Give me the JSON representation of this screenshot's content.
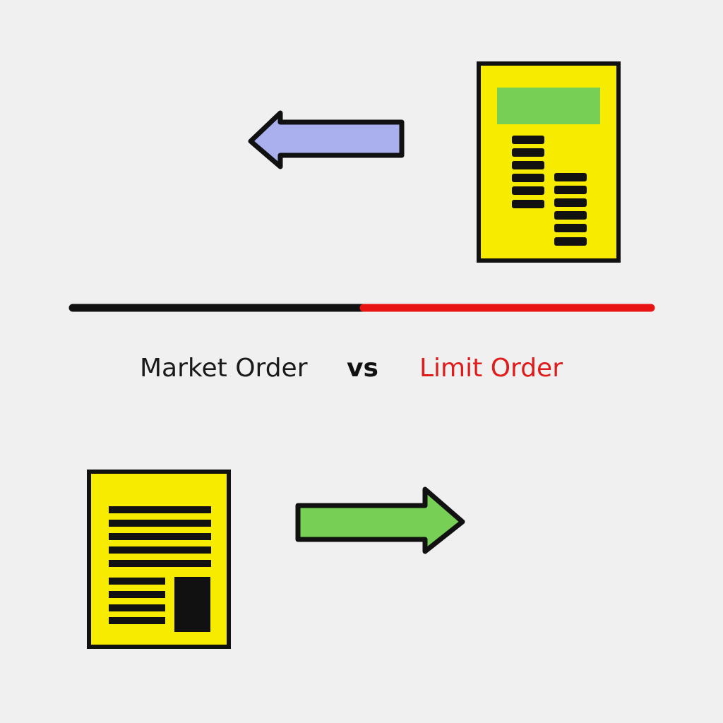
{
  "labels": {
    "market": "Market Order",
    "vs": "vs",
    "limit": "Limit Order"
  },
  "colors": {
    "background": "#f0f0f0",
    "market_text": "#1a1a1a",
    "vs_text": "#111111",
    "limit_text": "#e01b1b",
    "divider_left": "#111111",
    "divider_right": "#e81414",
    "document_fill": "#f7ec00",
    "outline": "#111111",
    "document_header": "#77cf55",
    "left_arrow": "#aab0ee",
    "right_arrow": "#77cf55"
  },
  "icons": {
    "limit_document": "document-with-stacked-bars-icon",
    "limit_arrow": "arrow-left-icon",
    "market_document": "document-with-text-lines-icon",
    "market_arrow": "arrow-right-icon"
  }
}
